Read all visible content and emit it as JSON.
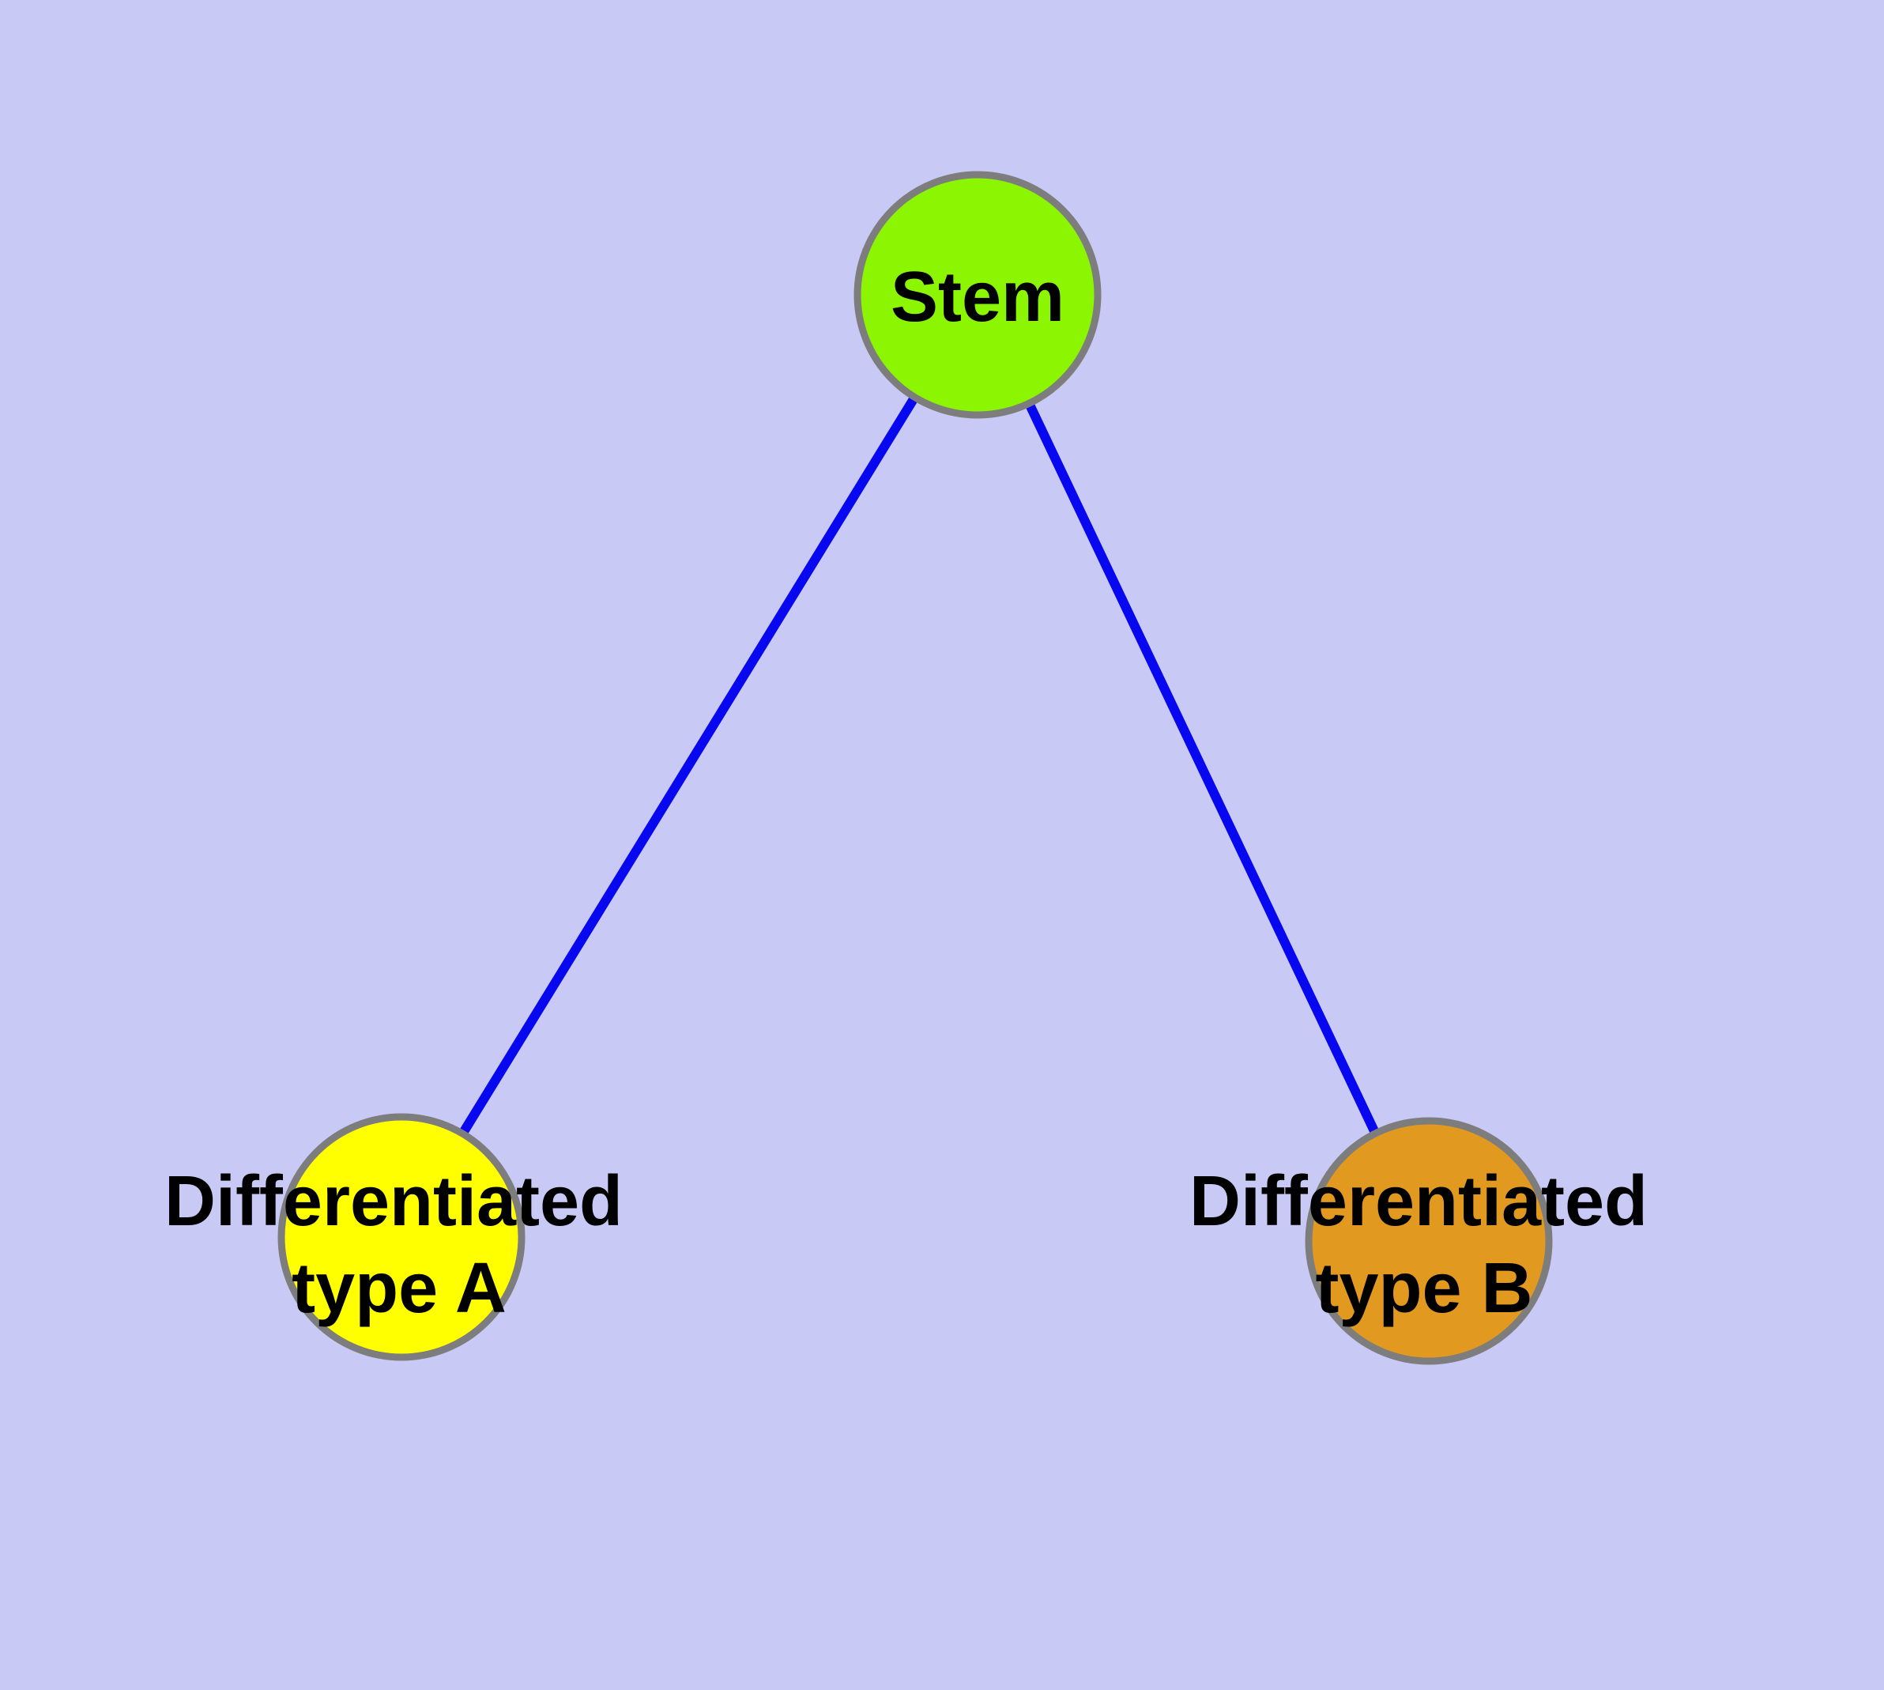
{
  "diagram": {
    "type": "node-edge-graph",
    "background_color": "#C9C9F5",
    "edge_color": "#0808F0",
    "node_border_color": "#7D7D7D",
    "label_color": "#000000",
    "nodes": [
      {
        "id": "stem",
        "label": "Stem",
        "fill": "#8CF502"
      },
      {
        "id": "differentiated-type-a",
        "label": "Differentiated type A",
        "label_line1": "Differentiated",
        "label_line2": "type A",
        "fill": "#FFFF00"
      },
      {
        "id": "differentiated-type-b",
        "label": "Differentiated type B",
        "label_line1": "Differentiated",
        "label_line2": "type B",
        "fill": "#E2991F"
      }
    ],
    "edges": [
      {
        "from": "Stem",
        "to": "Differentiated type A"
      },
      {
        "from": "Stem",
        "to": "Differentiated type B"
      }
    ]
  }
}
